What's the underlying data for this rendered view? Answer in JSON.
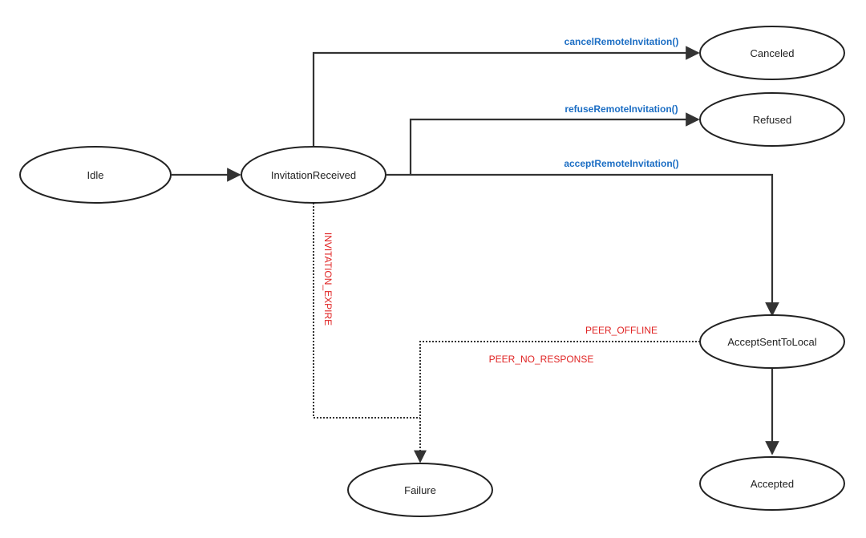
{
  "colors": {
    "method": "#1c6ec4",
    "error": "#e02424",
    "line": "#333333",
    "node_stroke": "#222222"
  },
  "nodes": {
    "idle": "Idle",
    "invitation_received": "InvitationReceived",
    "canceled": "Canceled",
    "refused": "Refused",
    "accept_sent_to_local": "AcceptSentToLocal",
    "accepted": "Accepted",
    "failure": "Failure"
  },
  "transitions": {
    "cancel": "cancelRemoteInvitation()",
    "refuse": "refuseRemoteInvitation()",
    "accept": "acceptRemoteInvitation()",
    "invitation_expire": "INVITATION_EXPIRE",
    "peer_offline": "PEER_OFFLINE",
    "peer_no_response": "PEER_NO_RESPONSE"
  }
}
